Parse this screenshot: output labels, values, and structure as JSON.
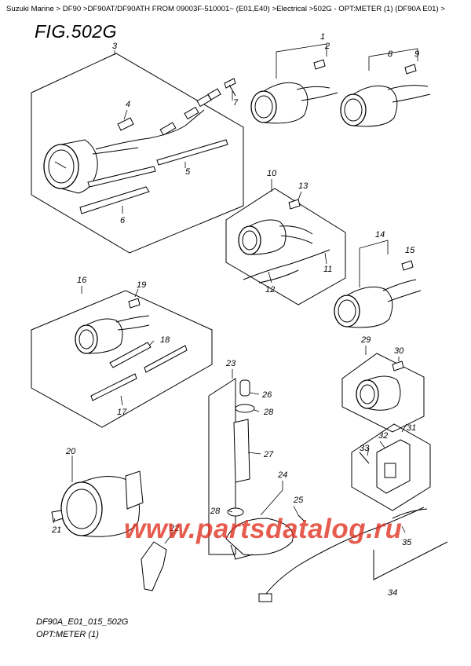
{
  "breadcrumb": "Suzuki Marine > DF90 >DF90AT/DF90ATH FROM 09003F-510001~ (E01,E40) >Electrical >502G - OPT:METER (1) (DF90A E01) >",
  "figure_title": "FIG.502G",
  "footer_code": "DF90A_E01_015_502G",
  "footer_caption": "OPT:METER (1)",
  "watermark": "www.partsdatalog.ru",
  "callouts": [
    "1",
    "2",
    "3",
    "4",
    "5",
    "6",
    "7",
    "8",
    "9",
    "10",
    "11",
    "12",
    "13",
    "14",
    "15",
    "16",
    "17",
    "18",
    "19",
    "20",
    "21",
    "22",
    "23",
    "24",
    "25",
    "26",
    "27",
    "28",
    "28",
    "29",
    "30",
    "31",
    "32",
    "33",
    "34",
    "35"
  ]
}
